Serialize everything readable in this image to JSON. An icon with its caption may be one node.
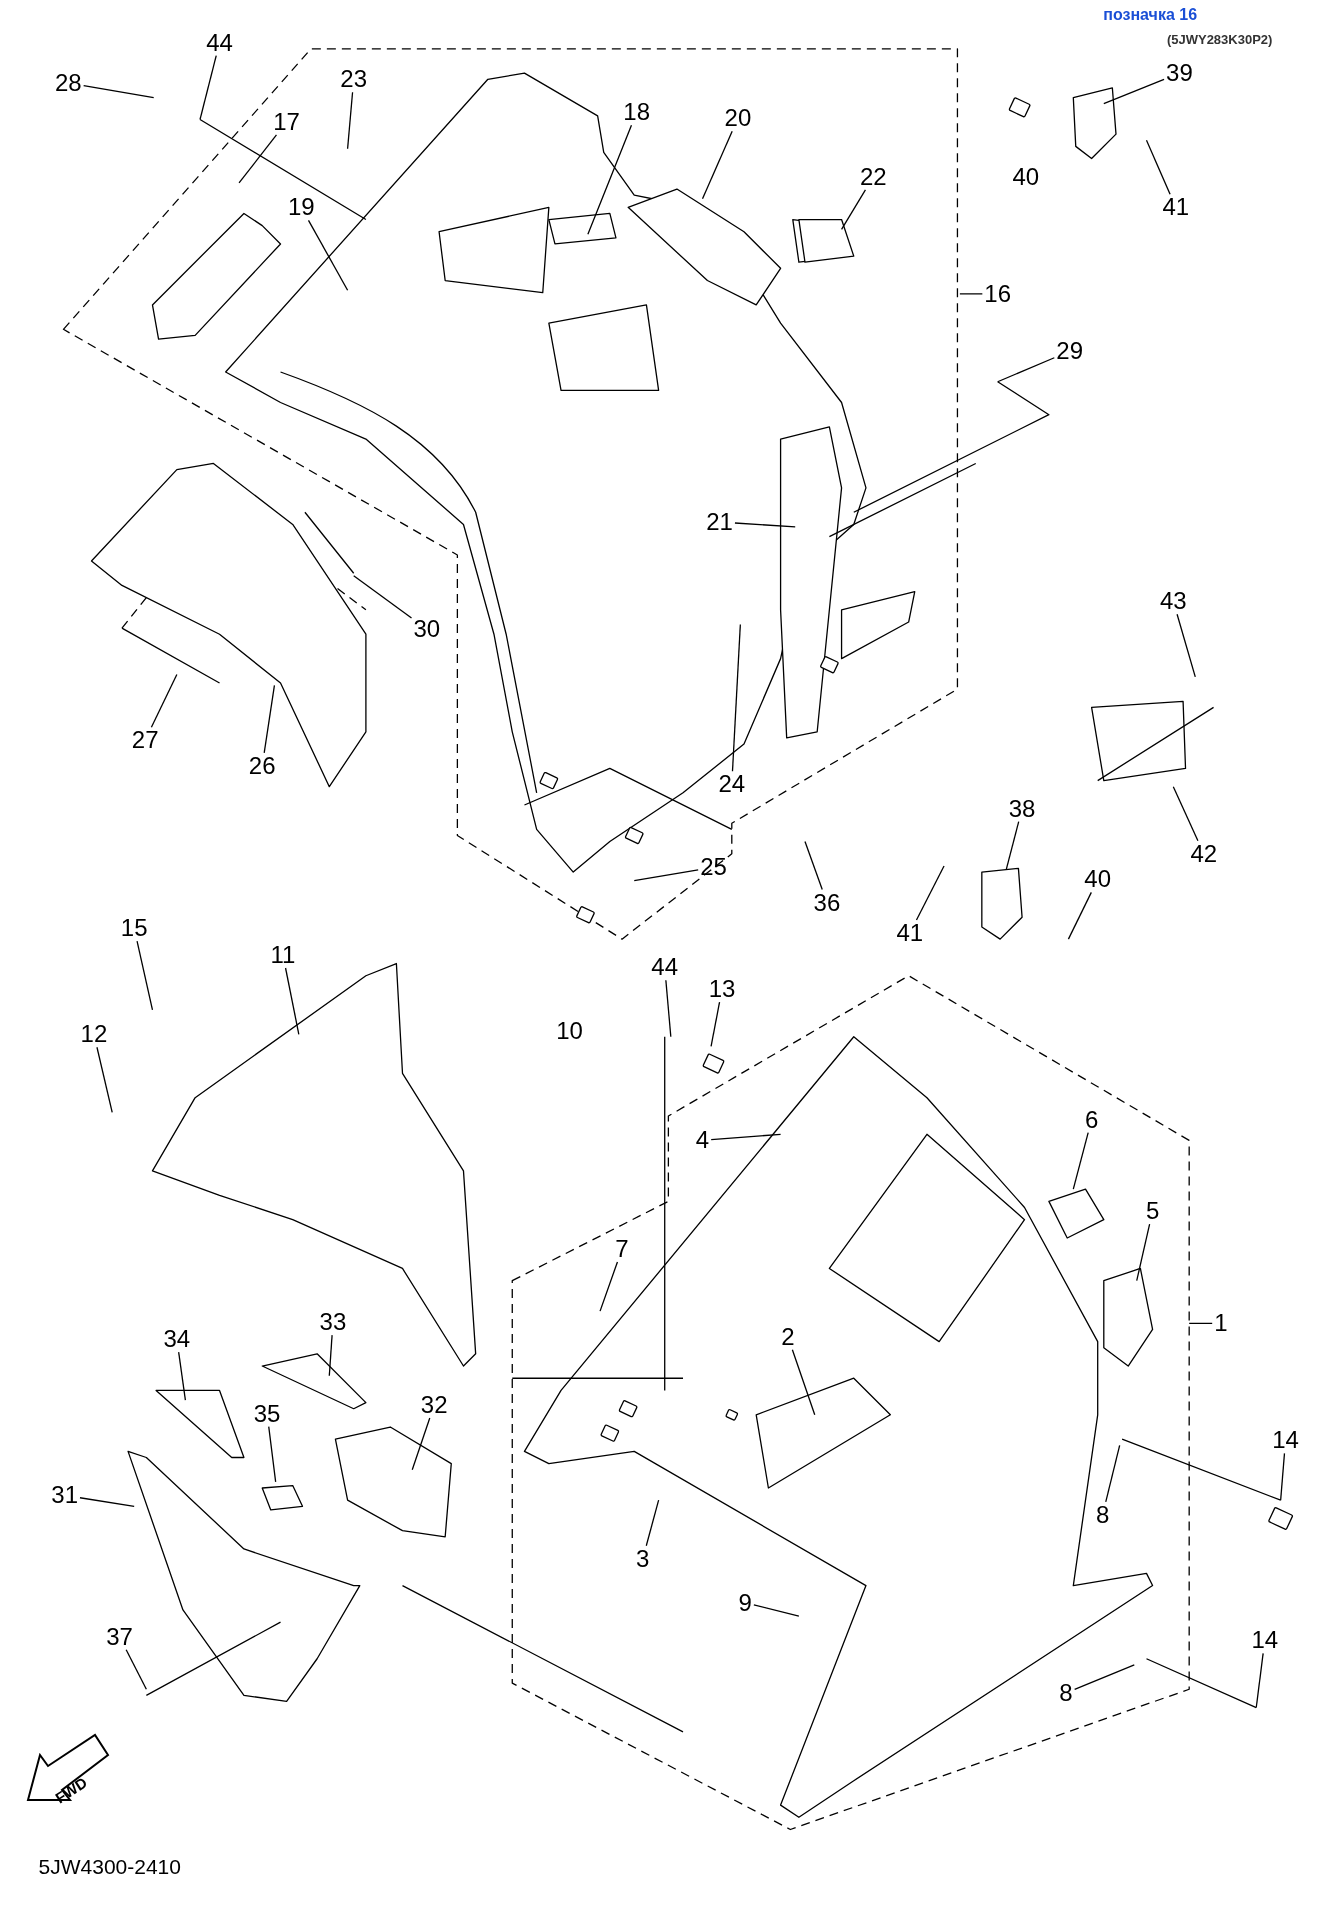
{
  "diagram": {
    "nodes": [
      {
        "text": [
          "44"
        ]
      },
      {
        "text": [
          "28"
        ]
      },
      {
        "text": [
          "23"
        ]
      },
      {
        "text": [
          "18"
        ]
      },
      {
        "text": [
          "20"
        ]
      },
      {
        "text": [
          "17"
        ]
      },
      {
        "text": [
          "22"
        ]
      },
      {
        "text": [
          "19"
        ]
      },
      {
        "text": [
          "16"
        ]
      },
      {
        "text": [
          "29"
        ]
      },
      {
        "text": [
          "21"
        ]
      },
      {
        "text": [
          "30"
        ]
      },
      {
        "text": [
          "27"
        ]
      },
      {
        "text": [
          "26"
        ]
      },
      {
        "text": [
          "24"
        ]
      },
      {
        "text": [
          "25"
        ]
      },
      {
        "text": [
          "36"
        ]
      },
      {
        "text": [
          "39"
        ]
      },
      {
        "text": [
          "41"
        ]
      },
      {
        "text": [
          "43"
        ]
      },
      {
        "text": [
          "38"
        ]
      },
      {
        "text": [
          "42"
        ]
      },
      {
        "text": [
          "40"
        ]
      },
      {
        "text": [
          "41"
        ]
      },
      {
        "text": [
          "15"
        ]
      },
      {
        "text": [
          "11"
        ]
      },
      {
        "text": [
          "44"
        ]
      },
      {
        "text": [
          "13"
        ]
      },
      {
        "text": [
          "12"
        ]
      },
      {
        "text": [
          "4"
        ]
      },
      {
        "text": [
          "6"
        ]
      },
      {
        "text": [
          "5"
        ]
      },
      {
        "text": [
          "7"
        ]
      },
      {
        "text": [
          "1"
        ]
      },
      {
        "text": [
          "33"
        ]
      },
      {
        "text": [
          "2"
        ]
      },
      {
        "text": [
          "34"
        ]
      },
      {
        "text": [
          "32"
        ]
      },
      {
        "text": [
          "35"
        ]
      },
      {
        "text": [
          "14"
        ]
      },
      {
        "text": [
          "31"
        ]
      },
      {
        "text": [
          "8"
        ]
      },
      {
        "text": [
          "3"
        ]
      },
      {
        "text": [
          "9"
        ]
      },
      {
        "text": [
          "37"
        ]
      },
      {
        "text": [
          "14"
        ]
      },
      {
        "text": [
          "8"
        ]
      }
    ],
    "edges": [
      {
        "from": 0,
        "to": null,
        "arrow": "none"
      },
      {
        "from": 1,
        "to": null,
        "arrow": "none"
      },
      {
        "from": 2,
        "to": null,
        "arrow": "none"
      },
      {
        "from": 3,
        "to": null,
        "arrow": "none"
      },
      {
        "from": 4,
        "to": null,
        "arrow": "none"
      },
      {
        "from": 5,
        "to": null,
        "arrow": "none"
      },
      {
        "from": 6,
        "to": null,
        "arrow": "none"
      },
      {
        "from": 7,
        "to": null,
        "arrow": "none"
      },
      {
        "from": 8,
        "to": null,
        "arrow": "none"
      },
      {
        "from": 9,
        "to": null,
        "arrow": "none"
      },
      {
        "from": 10,
        "to": null,
        "arrow": "none"
      },
      {
        "from": 11,
        "to": null,
        "arrow": "none"
      },
      {
        "from": 12,
        "to": null,
        "arrow": "none"
      },
      {
        "from": 13,
        "to": null,
        "arrow": "none"
      },
      {
        "from": 14,
        "to": null,
        "arrow": "none"
      },
      {
        "from": 15,
        "to": null,
        "arrow": "none"
      },
      {
        "from": 16,
        "to": null,
        "arrow": "none"
      },
      {
        "from": 17,
        "to": null,
        "arrow": "none"
      },
      {
        "from": 18,
        "to": null,
        "arrow": "none"
      },
      {
        "from": 19,
        "to": null,
        "arrow": "none"
      },
      {
        "from": 20,
        "to": null,
        "arrow": "none"
      },
      {
        "from": 21,
        "to": null,
        "arrow": "none"
      },
      {
        "from": 22,
        "to": null,
        "arrow": "none"
      },
      {
        "from": 23,
        "to": null,
        "arrow": "none"
      },
      {
        "from": 24,
        "to": null,
        "arrow": "none"
      },
      {
        "from": 25,
        "to": null,
        "arrow": "none"
      },
      {
        "from": 26,
        "to": null,
        "arrow": "none"
      },
      {
        "from": 27,
        "to": null,
        "arrow": "none"
      },
      {
        "from": 28,
        "to": null,
        "arrow": "none"
      },
      {
        "from": 29,
        "to": null,
        "arrow": "none"
      },
      {
        "from": 30,
        "to": null,
        "arrow": "none"
      },
      {
        "from": 31,
        "to": null,
        "arrow": "none"
      },
      {
        "from": 32,
        "to": null,
        "arrow": "none"
      },
      {
        "from": 33,
        "to": null,
        "arrow": "none"
      },
      {
        "from": 34,
        "to": null,
        "arrow": "none"
      },
      {
        "from": 35,
        "to": null,
        "arrow": "none"
      },
      {
        "from": 36,
        "to": null,
        "arrow": "none"
      },
      {
        "from": 37,
        "to": null,
        "arrow": "none"
      },
      {
        "from": 38,
        "to": null,
        "arrow": "none"
      },
      {
        "from": 39,
        "to": null,
        "arrow": "none"
      },
      {
        "from": 40,
        "to": null,
        "arrow": "none"
      },
      {
        "from": 41,
        "to": null,
        "arrow": "none"
      },
      {
        "from": 42,
        "to": null,
        "arrow": "none"
      },
      {
        "from": 43,
        "to": null,
        "arrow": "none"
      },
      {
        "from": 44,
        "to": null,
        "arrow": "none"
      },
      {
        "from": 45,
        "to": null,
        "arrow": "none"
      },
      {
        "from": 46,
        "to": null,
        "arrow": "none"
      }
    ],
    "labels": [
      "позначка 16",
      "(5JWY283K30P2)",
      "40",
      "10",
      "FWD",
      "5JW4300-2410"
    ]
  }
}
